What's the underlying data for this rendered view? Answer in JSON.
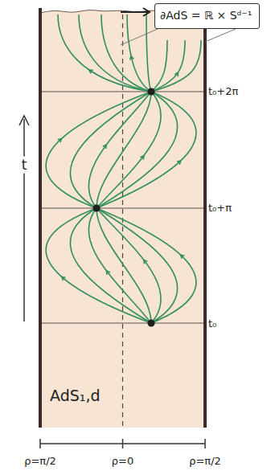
{
  "diagram": {
    "nodes": [
      {
        "text": [
          "∂AdS = ℝ × Sᵈ⁻¹"
        ]
      }
    ],
    "labels": [
      "t",
      "t₀+2π",
      "t₀+π",
      "t₀",
      "AdS₁,d",
      "ρ=π/2",
      "ρ=0",
      "ρ=π/2"
    ]
  }
}
